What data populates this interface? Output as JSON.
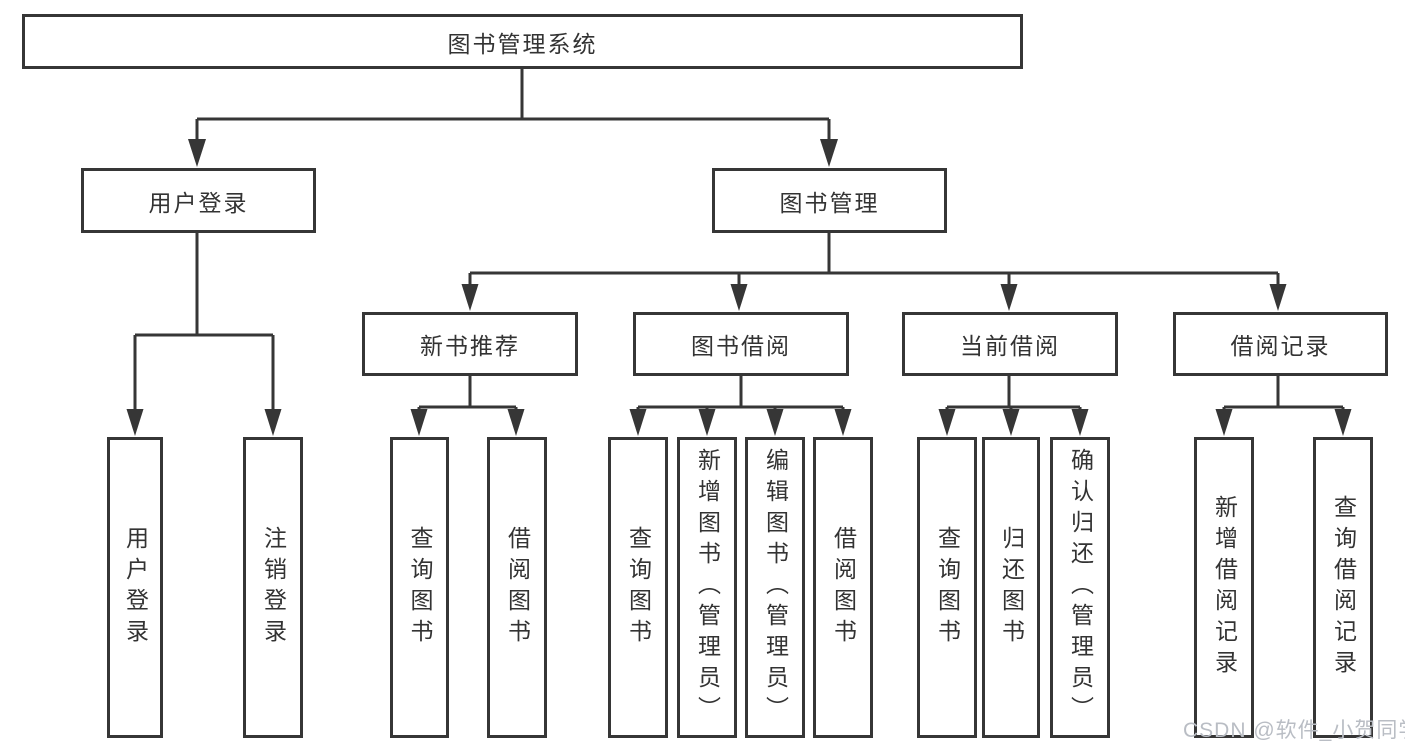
{
  "tree": {
    "root": "图书管理系统",
    "level2": [
      "用户登录",
      "图书管理"
    ],
    "level3": [
      "新书推荐",
      "图书借阅",
      "当前借阅",
      "借阅记录"
    ],
    "leaves": {
      "user_login": [
        "用户登录",
        "注销登录"
      ],
      "new_books": [
        "查询图书",
        "借阅图书"
      ],
      "book_borrow": [
        "查询图书",
        "新增图书（管理员）",
        "编辑图书（管理员）",
        "借阅图书"
      ],
      "current_borrow": [
        "查询图书",
        "归还图书",
        "确认归还（管理员）"
      ],
      "borrow_records": [
        "新增借阅记录",
        "查询借阅记录"
      ]
    }
  },
  "watermark": "CSDN @软件_小贺同学",
  "colors": {
    "line": "#363636",
    "text": "#333333",
    "watermark": "#b9bdc4",
    "background": "#ffffff"
  }
}
